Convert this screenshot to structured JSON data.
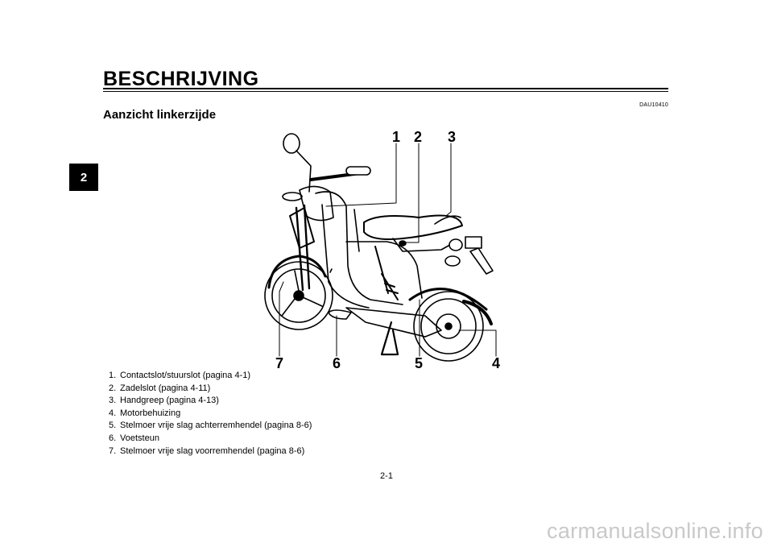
{
  "chapter_tab": "2",
  "header": {
    "title": "BESCHRIJVING",
    "doc_code": "DAU10410",
    "subtitle": "Aanzicht linkerzijde"
  },
  "illustration": {
    "subject": "scooter-left-side",
    "callouts": [
      "1",
      "2",
      "3",
      "4",
      "5",
      "6",
      "7"
    ]
  },
  "parts": [
    {
      "num": "1.",
      "label": "Contactslot/stuurslot (pagina 4-1)"
    },
    {
      "num": "2.",
      "label": "Zadelslot (pagina 4-11)"
    },
    {
      "num": "3.",
      "label": "Handgreep (pagina 4-13)"
    },
    {
      "num": "4.",
      "label": "Motorbehuizing"
    },
    {
      "num": "5.",
      "label": "Stelmoer vrije slag achterremhendel (pagina 8-6)"
    },
    {
      "num": "6.",
      "label": "Voetsteun"
    },
    {
      "num": "7.",
      "label": "Stelmoer vrije slag voorremhendel (pagina 8-6)"
    }
  ],
  "footer": {
    "page_number": "2-1",
    "watermark": "carmanualsonline.info"
  }
}
